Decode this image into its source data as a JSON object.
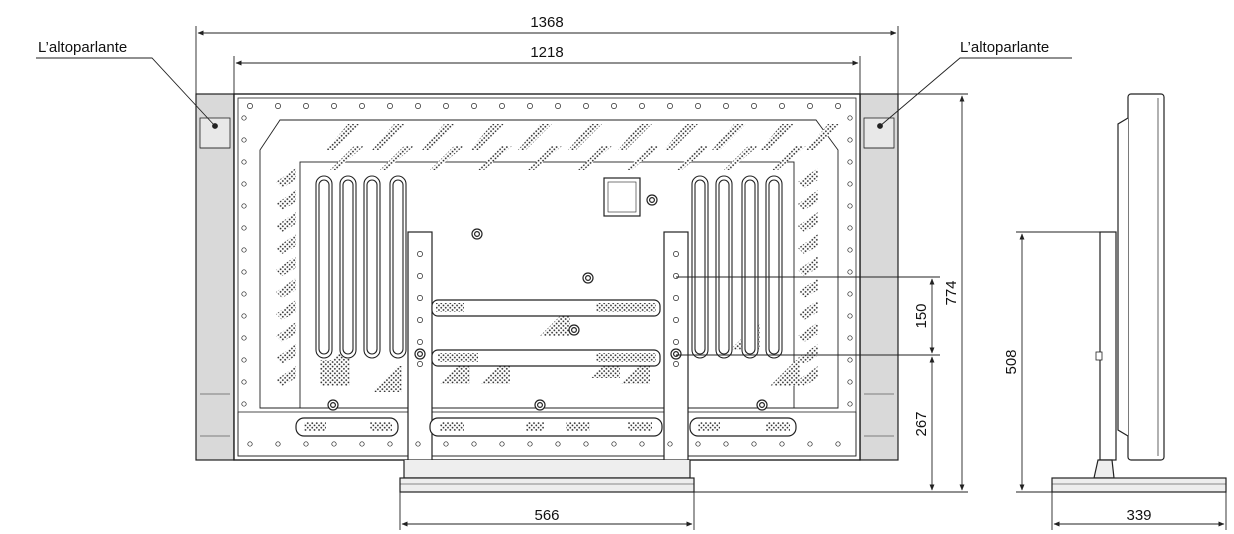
{
  "labels": {
    "speaker_left": "L’altoparlante",
    "speaker_right": "L’altoparlante"
  },
  "dimensions": {
    "overall_width": "1368",
    "panel_width": "1218",
    "overall_height": "774",
    "mount_spacing": "150",
    "mount_height": "267",
    "stand_width": "566",
    "side_height": "508",
    "side_depth": "339"
  },
  "colors": {
    "line": "#222222",
    "speaker_fill": "#d9d9d9",
    "stand_fill": "#eeeeee",
    "hatch": "#333333"
  }
}
